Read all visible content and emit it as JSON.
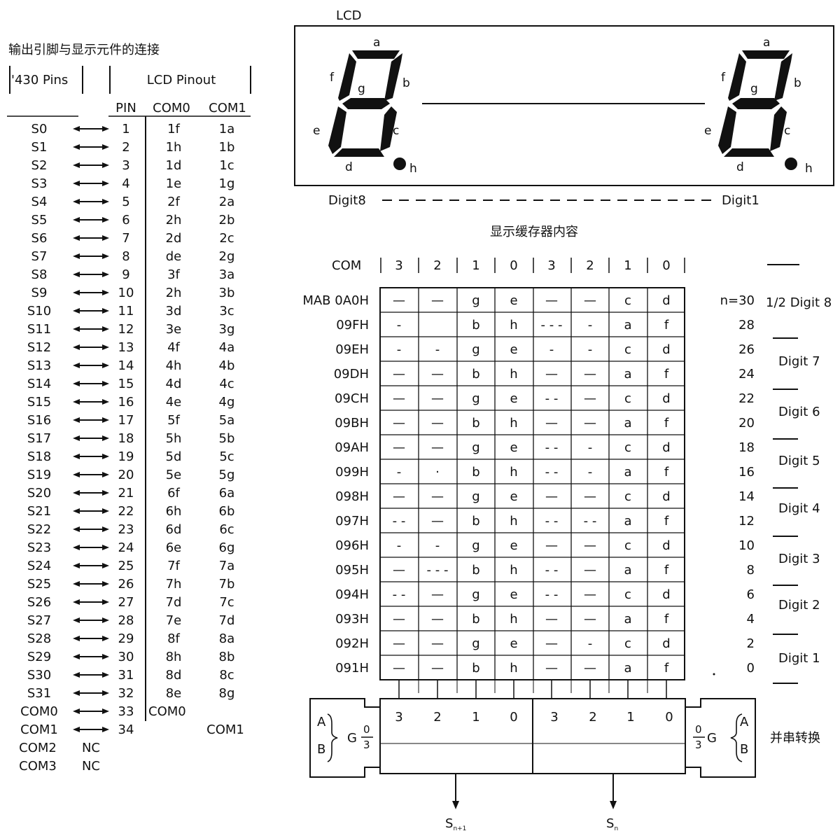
{
  "left_panel": {
    "title": "输出引脚与显示元件的连接",
    "header_pins": "'430 Pins",
    "header_lcd": "LCD Pinout",
    "columns": [
      "PIN",
      "COM0",
      "COM1"
    ],
    "rows": [
      [
        "S0",
        "1",
        "1f",
        "1a"
      ],
      [
        "S1",
        "2",
        "1h",
        "1b"
      ],
      [
        "S2",
        "3",
        "1d",
        "1c"
      ],
      [
        "S3",
        "4",
        "1e",
        "1g"
      ],
      [
        "S4",
        "5",
        "2f",
        "2a"
      ],
      [
        "S5",
        "6",
        "2h",
        "2b"
      ],
      [
        "S6",
        "7",
        "2d",
        "2c"
      ],
      [
        "S7",
        "8",
        "de",
        "2g"
      ],
      [
        "S8",
        "9",
        "3f",
        "3a"
      ],
      [
        "S9",
        "10",
        "2h",
        "3b"
      ],
      [
        "S10",
        "11",
        "3d",
        "3c"
      ],
      [
        "S11",
        "12",
        "3e",
        "3g"
      ],
      [
        "S12",
        "13",
        "4f",
        "4a"
      ],
      [
        "S13",
        "14",
        "4h",
        "4b"
      ],
      [
        "S14",
        "15",
        "4d",
        "4c"
      ],
      [
        "S15",
        "16",
        "4e",
        "4g"
      ],
      [
        "S16",
        "17",
        "5f",
        "5a"
      ],
      [
        "S17",
        "18",
        "5h",
        "5b"
      ],
      [
        "S18",
        "19",
        "5d",
        "5c"
      ],
      [
        "S19",
        "20",
        "5e",
        "5g"
      ],
      [
        "S20",
        "21",
        "6f",
        "6a"
      ],
      [
        "S21",
        "22",
        "6h",
        "6b"
      ],
      [
        "S22",
        "23",
        "6d",
        "6c"
      ],
      [
        "S23",
        "24",
        "6e",
        "6g"
      ],
      [
        "S24",
        "25",
        "7f",
        "7a"
      ],
      [
        "S25",
        "26",
        "7h",
        "7b"
      ],
      [
        "S26",
        "27",
        "7d",
        "7c"
      ],
      [
        "S27",
        "28",
        "7e",
        "7d"
      ],
      [
        "S28",
        "29",
        "8f",
        "8a"
      ],
      [
        "S29",
        "30",
        "8h",
        "8b"
      ],
      [
        "S30",
        "31",
        "8d",
        "8c"
      ],
      [
        "S31",
        "32",
        "8e",
        "8g"
      ],
      [
        "COM0",
        "33",
        "COM0",
        ""
      ],
      [
        "COM1",
        "34",
        "",
        "COM1"
      ]
    ],
    "nc_rows": [
      [
        "COM2",
        "NC"
      ],
      [
        "COM3",
        "NC"
      ]
    ]
  },
  "lcd": {
    "label": "LCD",
    "segment_labels": [
      "a",
      "b",
      "c",
      "d",
      "e",
      "f",
      "g",
      "h"
    ],
    "digit_left": "Digit8",
    "digit_right": "Digit1"
  },
  "buffer": {
    "title": "显示缓存器内容",
    "com_label": "COM",
    "com_values": [
      "3",
      "2",
      "1",
      "0",
      "3",
      "2",
      "1",
      "0"
    ],
    "rows": [
      {
        "addr": "MAB 0A0H",
        "cells": [
          "—",
          "—",
          "g",
          "e",
          "—",
          "—",
          "c",
          "d"
        ]
      },
      {
        "addr": "09FH",
        "cells": [
          "-",
          "",
          "b",
          "h",
          "- - -",
          "-",
          "a",
          "f"
        ]
      },
      {
        "addr": "09EH",
        "cells": [
          "-",
          "-",
          "g",
          "e",
          "-",
          "-",
          "c",
          "d"
        ]
      },
      {
        "addr": "09DH",
        "cells": [
          "—",
          "—",
          "b",
          "h",
          "—",
          "—",
          "a",
          "f"
        ]
      },
      {
        "addr": "09CH",
        "cells": [
          "—",
          "—",
          "g",
          "e",
          "- -",
          "—",
          "c",
          "d"
        ]
      },
      {
        "addr": "09BH",
        "cells": [
          "—",
          "—",
          "b",
          "h",
          "—",
          "—",
          "a",
          "f"
        ]
      },
      {
        "addr": "09AH",
        "cells": [
          "—",
          "—",
          "g",
          "e",
          "- -",
          "-",
          "c",
          "d"
        ]
      },
      {
        "addr": "099H",
        "cells": [
          "-",
          "·",
          "b",
          "h",
          "- -",
          "-",
          "a",
          "f"
        ]
      },
      {
        "addr": "098H",
        "cells": [
          "—",
          "—",
          "g",
          "e",
          "—",
          "—",
          "c",
          "d"
        ]
      },
      {
        "addr": "097H",
        "cells": [
          "- -",
          "—",
          "b",
          "h",
          "- -",
          "- -",
          "a",
          "f"
        ]
      },
      {
        "addr": "096H",
        "cells": [
          "-",
          "-",
          "g",
          "e",
          "—",
          "—",
          "c",
          "d"
        ]
      },
      {
        "addr": "095H",
        "cells": [
          "—",
          "- - -",
          "b",
          "h",
          "- -",
          "—",
          "a",
          "f"
        ]
      },
      {
        "addr": "094H",
        "cells": [
          "- -",
          "—",
          "g",
          "e",
          "- -",
          "—",
          "c",
          "d"
        ]
      },
      {
        "addr": "093H",
        "cells": [
          "—",
          "—",
          "b",
          "h",
          "—",
          "—",
          "a",
          "f"
        ]
      },
      {
        "addr": "092H",
        "cells": [
          "—",
          "—",
          "g",
          "e",
          "—",
          "-",
          "c",
          "d"
        ]
      },
      {
        "addr": "091H",
        "cells": [
          "—",
          "—",
          "b",
          "h",
          "—",
          "—",
          "a",
          "f"
        ]
      }
    ],
    "n_labels": [
      "n=30",
      "28",
      "26",
      "24",
      "22",
      "20",
      "18",
      "16",
      "14",
      "12",
      "10",
      "8",
      "6",
      "4",
      "2",
      "0"
    ],
    "half_digit_label": "1/2 Digit 8",
    "digit_labels": [
      "Digit 7",
      "Digit 6",
      "Digit 5",
      "Digit 4",
      "Digit 3",
      "Digit 2",
      "Digit 1"
    ]
  },
  "converter": {
    "bits": [
      "3",
      "2",
      "1",
      "0",
      "3",
      "2",
      "1",
      "0"
    ],
    "mux_left": {
      "a": "A",
      "b": "B",
      "g": "G",
      "num": "0",
      "den": "3"
    },
    "mux_right": {
      "a": "A",
      "b": "B",
      "g": "G",
      "num": "0",
      "den": "3"
    },
    "label": "并串转换",
    "out_left": {
      "s": "S",
      "sub": "n+1"
    },
    "out_right": {
      "s": "S",
      "sub": "n"
    }
  },
  "colors": {
    "ink": "#111111",
    "background": "#ffffff"
  }
}
